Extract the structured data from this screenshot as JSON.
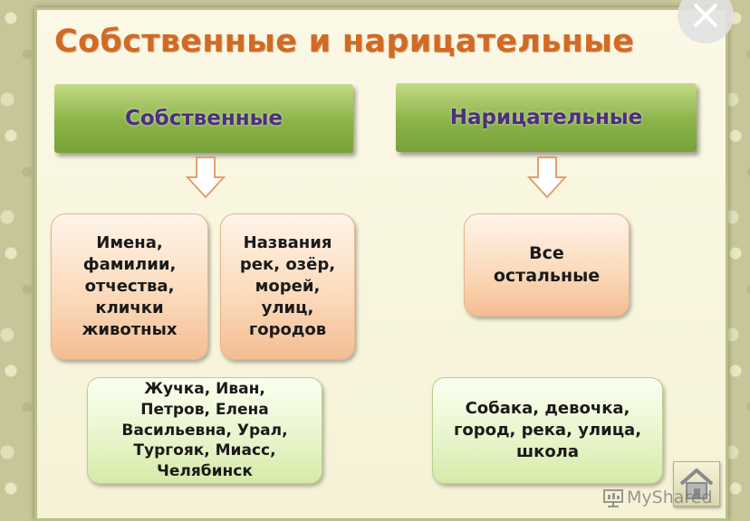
{
  "title": "Собственные и нарицательные",
  "headers": {
    "proper": "Собственные",
    "common": "Нарицательные"
  },
  "categories": {
    "names": "Имена,\nфамилии,\nотчества,\nклички\nживотных",
    "places": "Названия\nрек, озёр,\nморей,\nулиц,\nгородов",
    "rest": "Все\nостальные"
  },
  "examples": {
    "proper": "Жучка, Иван,\nПетров, Елена\nВасильевна, Урал,\nТургояк, Миасс,\nЧелябинск",
    "common": "Собака, девочка,\nгород, река, улица,\nшкола"
  },
  "watermark": "MyShared",
  "colors": {
    "title": "#d26a24",
    "header_text": "#4d2f7d",
    "header_green": "#8bb348",
    "orange_box": "#fbd8b8",
    "green_box": "#e9f5cd"
  }
}
